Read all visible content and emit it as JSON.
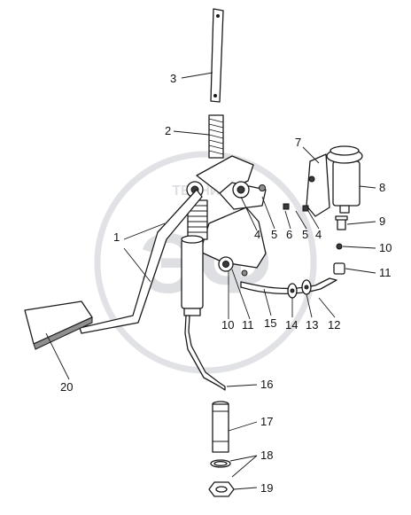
{
  "watermark": {
    "top_text": "ТЕХНИКА",
    "big_text": "ЭФ"
  },
  "callouts": [
    "1",
    "2",
    "3",
    "4",
    "4",
    "5",
    "5",
    "6",
    "7",
    "8",
    "9",
    "10",
    "10",
    "11",
    "11",
    "12",
    "13",
    "14",
    "15",
    "16",
    "17",
    "18",
    "19",
    "20"
  ],
  "colors": {
    "line": "#1a1a1a",
    "watermark": "#c9cbcf",
    "background": "#ffffff"
  }
}
